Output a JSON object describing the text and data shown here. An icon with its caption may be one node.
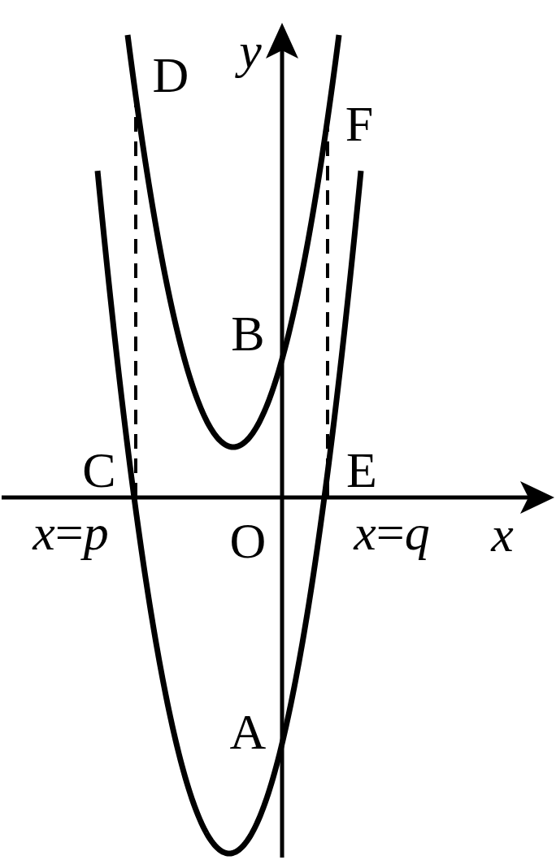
{
  "diagram": {
    "labels": [
      "*y*",
      "D",
      "F",
      "B",
      "C",
      "E",
      "*x*=*p*",
      "O",
      "*x*=*q*",
      "*x*",
      "A"
    ]
  }
}
